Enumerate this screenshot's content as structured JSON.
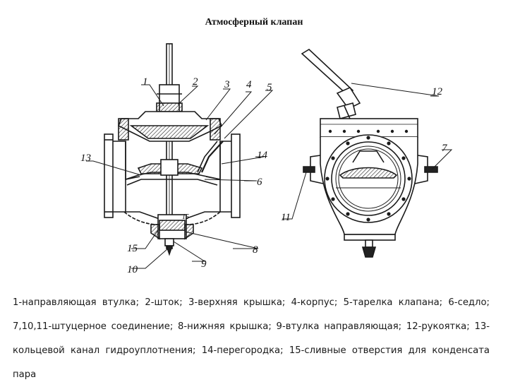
{
  "title": "Атмосферный клапан",
  "callouts": {
    "c1": "1",
    "c2": "2",
    "c3": "3",
    "c4": "4",
    "c5": "5",
    "c6": "6",
    "c7": "7",
    "c8": "8",
    "c9": "9",
    "c10": "10",
    "c11": "11",
    "c12": "12",
    "c13": "13",
    "c14": "14",
    "c15": "15",
    "c15_small": "15"
  },
  "caption": "1-направляющая втулка; 2-шток; 3-верхняя крышка; 4-корпус; 5-тарелка клапана; 6-седло; 7,10,11-штуцерное соединение; 8-нижняя крышка; 9-втулка направляющая; 12-рукоятка; 13-кольцевой канал гидроуплотнения; 14-перегородка; 15-сливные отверстия для конденсата пара"
}
